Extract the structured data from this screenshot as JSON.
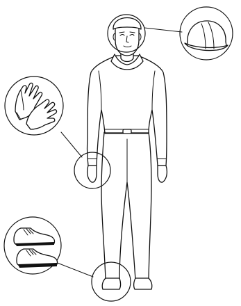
{
  "figure": {
    "subject": "person-with-ppe",
    "callouts": [
      {
        "id": "helmet",
        "icon": "hard-hat-icon"
      },
      {
        "id": "gloves",
        "icon": "gloves-icon"
      },
      {
        "id": "shoes",
        "icon": "safety-shoes-icon"
      }
    ]
  },
  "colors": {
    "line": "#111111",
    "background": "#ffffff"
  }
}
